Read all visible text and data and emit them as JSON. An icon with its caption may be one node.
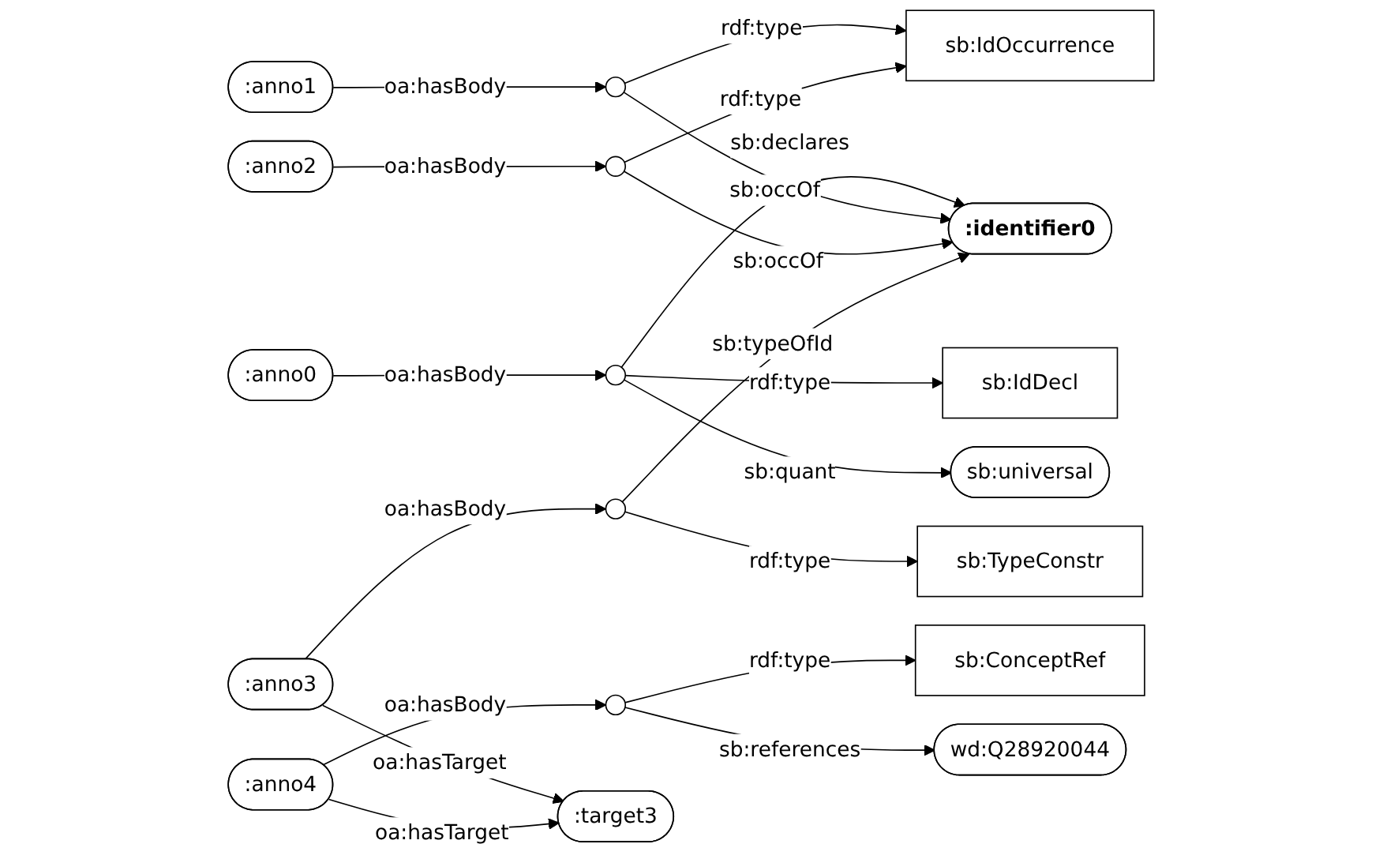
{
  "diagram": {
    "nodes": [
      {
        "text": [
          ":anno1"
        ]
      },
      {
        "text": [
          "sb:IdOccurrence"
        ]
      },
      {
        "text": [
          ":anno2"
        ]
      },
      {
        "text": [
          ":anno0"
        ]
      },
      {
        "text": [],
        "shape": "ellipse"
      },
      {
        "text": [],
        "shape": "ellipse"
      },
      {
        "text": [],
        "shape": "ellipse"
      },
      {
        "text": [
          "sb:IdDecl"
        ]
      },
      {
        "text": [
          ":identifier0"
        ]
      },
      {
        "text": [
          "sb:universal"
        ]
      },
      {
        "text": [
          ":anno3"
        ]
      },
      {
        "text": [],
        "shape": "ellipse"
      },
      {
        "text": [
          "sb:ConceptRef"
        ]
      },
      {
        "text": [],
        "shape": "ellipse"
      },
      {
        "text": [
          "sb:TypeConstr"
        ]
      },
      {
        "text": [
          ":target3"
        ]
      },
      {
        "text": [
          "wd:Q28920044"
        ]
      },
      {
        "text": [
          ":anno4"
        ]
      }
    ],
    "edges": [
      {
        "from": 3,
        "to": 6,
        "arrow": "to",
        "label": "oa:hasBody"
      },
      {
        "from": 6,
        "to": 7,
        "arrow": "to",
        "label": "rdf:type"
      },
      {
        "from": 6,
        "to": 9,
        "arrow": "to",
        "label": "sb:quant"
      },
      {
        "from": 6,
        "to": 8,
        "arrow": "to",
        "label": "sb:declares"
      },
      {
        "from": 0,
        "to": 4,
        "arrow": "to",
        "label": "oa:hasBody"
      },
      {
        "from": 4,
        "to": 1,
        "arrow": "to",
        "label": "rdf:type"
      },
      {
        "from": 4,
        "to": 8,
        "arrow": "to",
        "label": "sb:occOf"
      },
      {
        "from": 2,
        "to": 5,
        "arrow": "to",
        "label": "oa:hasBody"
      },
      {
        "from": 5,
        "to": 1,
        "arrow": "to",
        "label": "rdf:type"
      },
      {
        "from": 5,
        "to": 8,
        "arrow": "to",
        "label": "sb:occOf"
      },
      {
        "from": 11,
        "to": 8,
        "arrow": "to",
        "label": "sb:typeOfId"
      },
      {
        "from": 10,
        "to": 11,
        "arrow": "to",
        "label": "oa:hasBody"
      },
      {
        "from": 11,
        "to": 14,
        "arrow": "to",
        "label": "rdf:type"
      },
      {
        "from": 10,
        "to": 15,
        "arrow": "to",
        "label": "oa:hasTarget"
      },
      {
        "from": 13,
        "to": 12,
        "arrow": "to",
        "label": "rdf:type"
      },
      {
        "from": 17,
        "to": 13,
        "arrow": "to",
        "label": "oa:hasBody"
      },
      {
        "from": 13,
        "to": 16,
        "arrow": "to",
        "label": "sb:references"
      },
      {
        "from": 17,
        "to": 15,
        "arrow": "to",
        "label": "oa:hasTarget"
      }
    ]
  }
}
